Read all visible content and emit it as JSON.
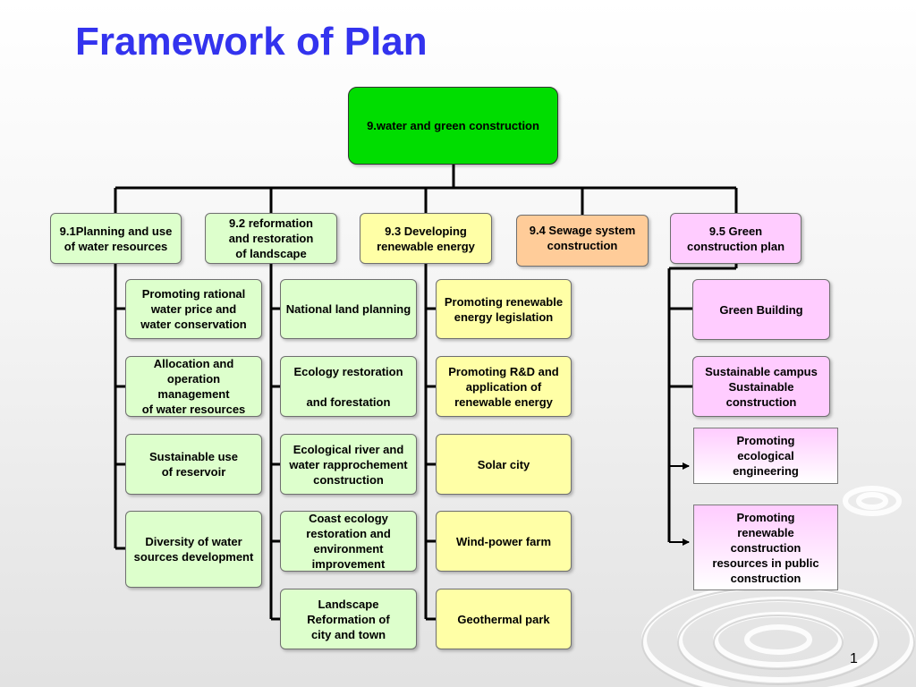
{
  "title": "Framework of Plan",
  "page_number": "1",
  "root": {
    "label": "9.water and green construction"
  },
  "branches": [
    {
      "label": "9.1Planning and use\nof water resources",
      "items": [
        "Promoting rational\nwater price and\nwater conservation",
        "Allocation and\noperation\nmanagement\nof water resources",
        "Sustainable use\nof reservoir",
        "Diversity of water\nsources development"
      ]
    },
    {
      "label": "9.2 reformation\nand restoration\nof landscape",
      "items": [
        "National land planning",
        "Ecology restoration\n\nand forestation",
        "Ecological river and\nwater  rapprochement\nconstruction",
        "Coast ecology\nrestoration and\nenvironment\nimprovement",
        "Landscape\nReformation of\ncity and town"
      ]
    },
    {
      "label": "9.3 Developing\nrenewable energy",
      "items": [
        "Promoting renewable\nenergy legislation",
        "Promoting R&D and\napplication of\nrenewable energy",
        "Solar city",
        "Wind-power farm",
        "Geothermal park"
      ]
    },
    {
      "label": "9.4 Sewage system\nconstruction",
      "items": []
    },
    {
      "label": "9.5 Green\nconstruction plan",
      "items": [
        "Green Building",
        "Sustainable campus\nSustainable\nconstruction",
        "Promoting\necological\nengineering",
        "Promoting\nrenewable\nconstruction\nresources in public\nconstruction"
      ]
    }
  ],
  "colors": {
    "title": "#3333ee",
    "root": "#00dd00",
    "green": "#ddffcc",
    "yellow": "#ffffa6",
    "orange": "#ffcc99",
    "pink": "#ffccff"
  }
}
